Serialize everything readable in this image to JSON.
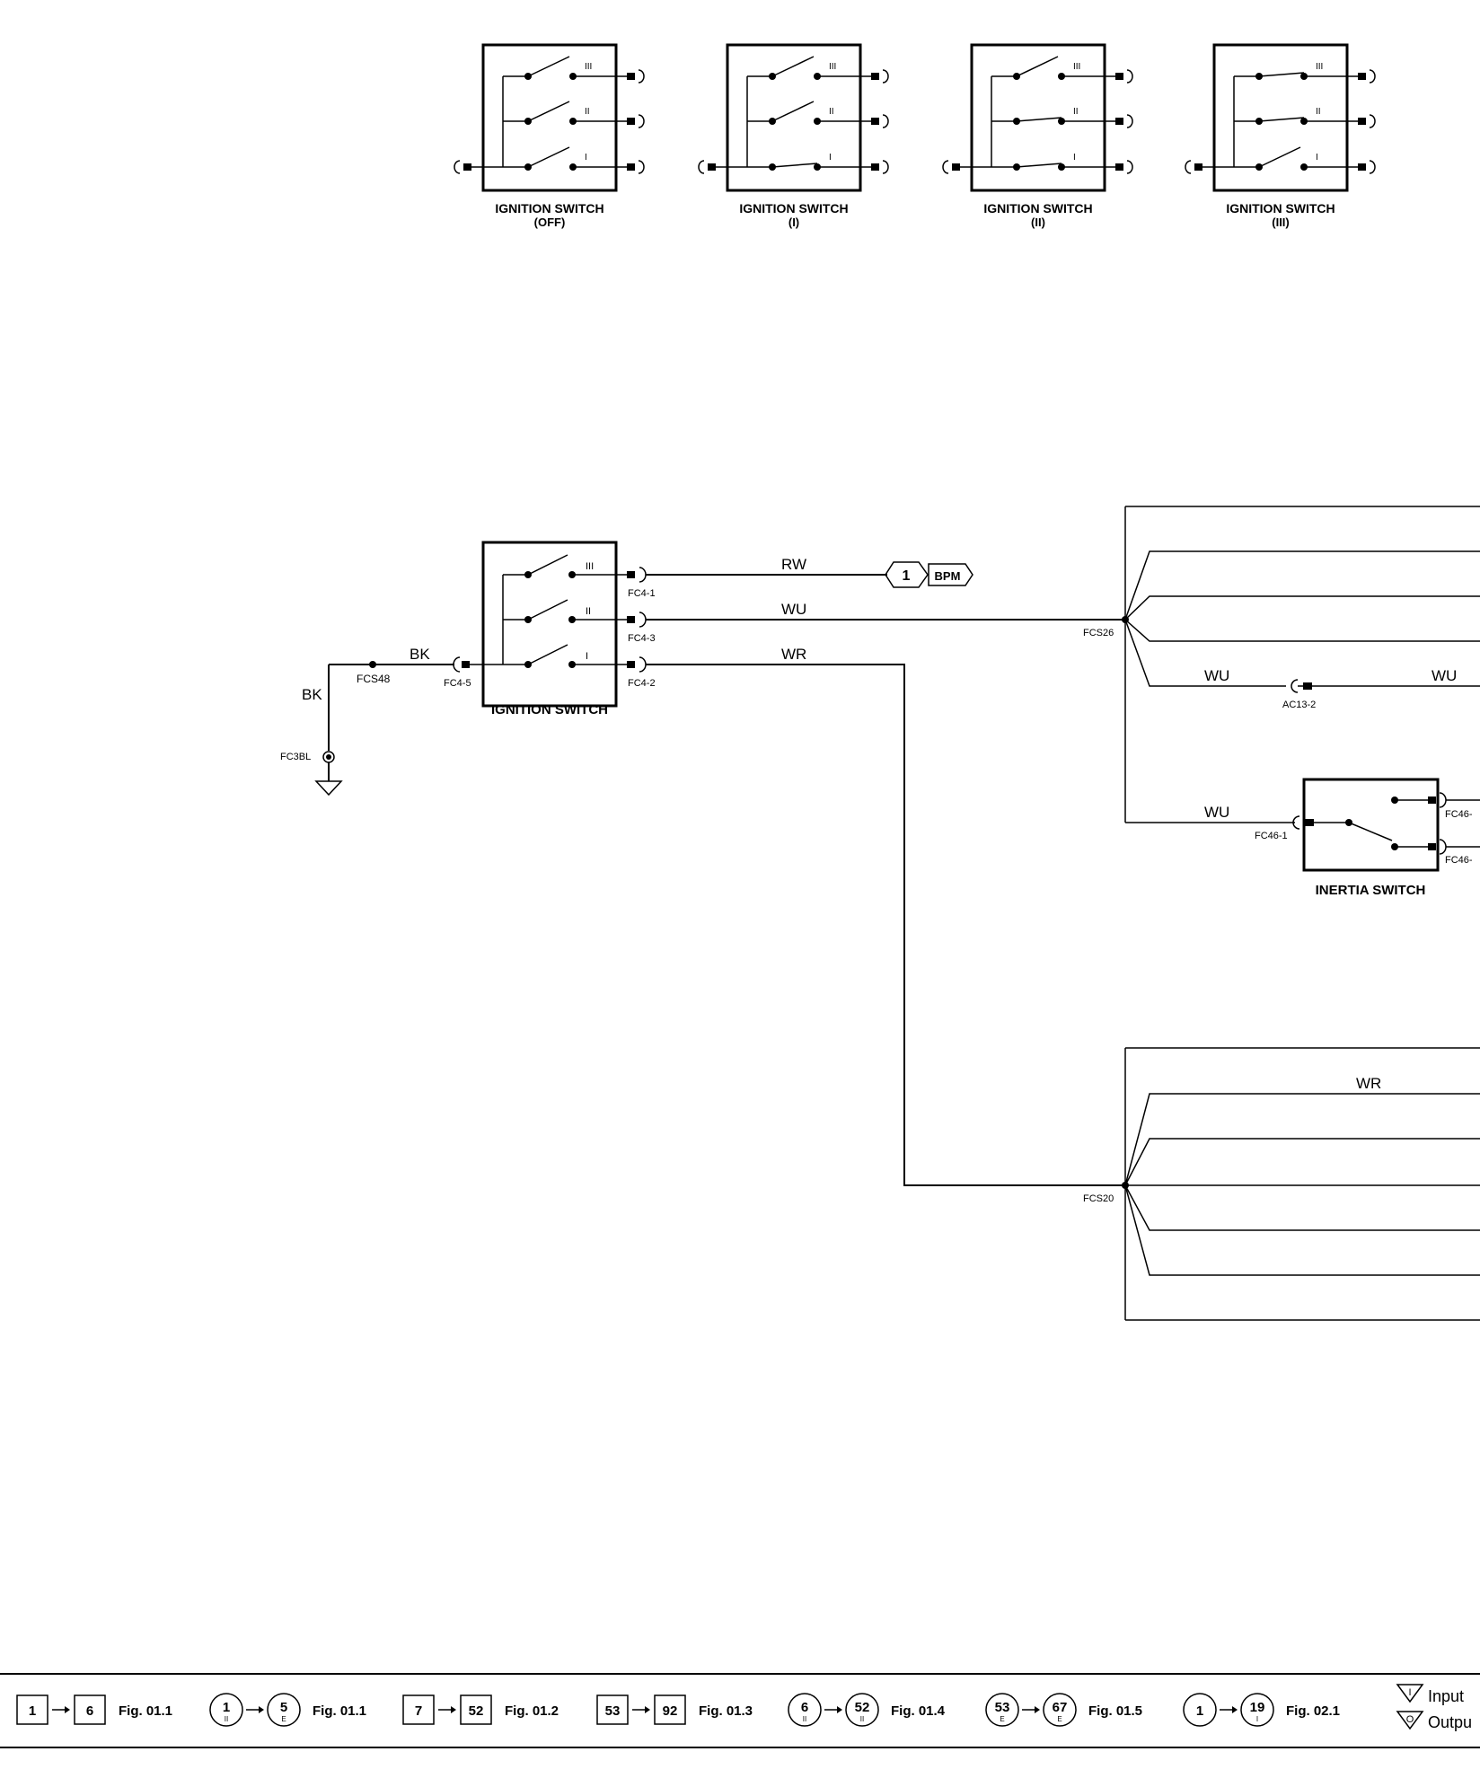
{
  "switch_positions": [
    {
      "title": "IGNITION SWITCH",
      "state": "(OFF)"
    },
    {
      "title": "IGNITION SWITCH",
      "state": "(I)"
    },
    {
      "title": "IGNITION SWITCH",
      "state": "(II)"
    },
    {
      "title": "IGNITION SWITCH",
      "state": "(III)"
    }
  ],
  "contact_labels": {
    "c3": "III",
    "c2": "II",
    "c1": "I"
  },
  "main_switch": {
    "title": "IGNITION SWITCH",
    "pins": {
      "p1": "FC4-1",
      "p3": "FC4-3",
      "p2": "FC4-2",
      "p5": "FC4-5"
    }
  },
  "ground": {
    "splice": "FCS48",
    "ground_point": "FC3BL",
    "wire_h": "BK",
    "wire_v": "BK"
  },
  "wires": {
    "top": "RW",
    "mid": "WU",
    "bot": "WR"
  },
  "bpm": {
    "number": "1",
    "label": "BPM"
  },
  "upper_bus": {
    "splice": "FCS26",
    "wire1": "WU",
    "connector": "AC13-2",
    "wire2": "WU",
    "wire3": "WU"
  },
  "inertia_switch": {
    "title": "INERTIA SWITCH",
    "pin_in": "FC46-1",
    "pin_out1": "FC46-",
    "pin_out2": "FC46-"
  },
  "lower_bus": {
    "splice": "FCS20",
    "wire": "WR"
  },
  "legend": {
    "items": [
      {
        "from": "1",
        "to": "6",
        "fig": "Fig. 01.1"
      },
      {
        "from": "1",
        "from_sub": "II",
        "to": "5",
        "to_sub": "E",
        "fig": "Fig. 01.1"
      },
      {
        "from": "7",
        "to": "52",
        "fig": "Fig. 01.2"
      },
      {
        "from": "53",
        "to": "92",
        "fig": "Fig. 01.3"
      },
      {
        "from": "6",
        "from_sub": "II",
        "to": "52",
        "to_sub": "II",
        "fig": "Fig. 01.4"
      },
      {
        "from": "53",
        "from_sub": "E",
        "to": "67",
        "to_sub": "E",
        "fig": "Fig. 01.5"
      },
      {
        "from": "1",
        "to": "19",
        "to_sub": "I",
        "fig": "Fig. 02.1"
      }
    ],
    "input_symbol": "I",
    "input_label": "Input",
    "output_symbol": "O",
    "output_label": "Outpu"
  }
}
